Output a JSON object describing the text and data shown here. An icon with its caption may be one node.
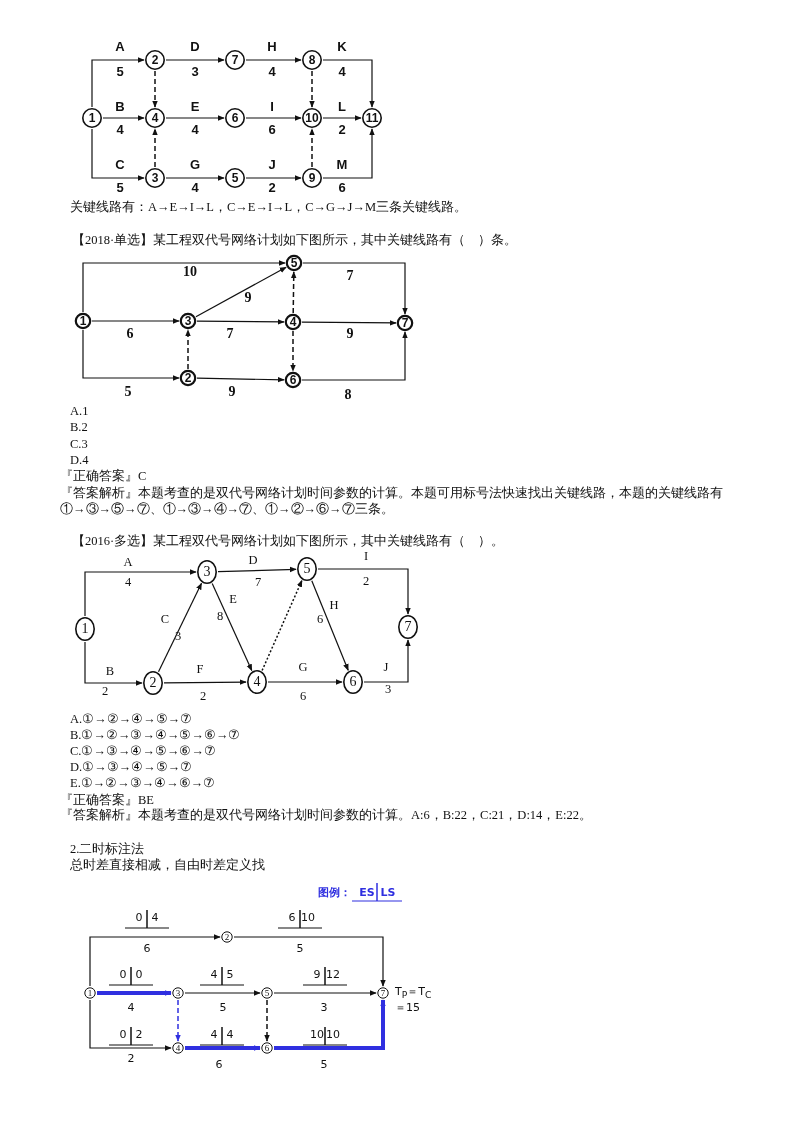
{
  "diagram": {
    "nodes": [
      {
        "text": [
          "1"
        ]
      },
      {
        "text": [
          "2"
        ]
      },
      {
        "text": [
          "3"
        ]
      },
      {
        "text": [
          "4"
        ]
      },
      {
        "text": [
          "5"
        ]
      },
      {
        "text": [
          "6"
        ]
      },
      {
        "text": [
          "7"
        ]
      },
      {
        "text": [
          "8"
        ]
      },
      {
        "text": [
          "9"
        ]
      },
      {
        "text": [
          "10"
        ]
      },
      {
        "text": [
          "11"
        ]
      },
      {
        "text": [
          "1"
        ]
      },
      {
        "text": [
          "2"
        ]
      },
      {
        "text": [
          "3"
        ]
      },
      {
        "text": [
          "4"
        ]
      },
      {
        "text": [
          "5"
        ]
      },
      {
        "text": [
          "6"
        ]
      },
      {
        "text": [
          "7"
        ]
      },
      {
        "text": [
          "1"
        ]
      },
      {
        "text": [
          "2"
        ]
      },
      {
        "text": [
          "3"
        ]
      },
      {
        "text": [
          "4"
        ]
      },
      {
        "text": [
          "5"
        ]
      },
      {
        "text": [
          "6"
        ]
      },
      {
        "text": [
          "7"
        ]
      },
      {
        "text": [
          "1"
        ]
      },
      {
        "text": [
          "2"
        ]
      },
      {
        "text": [
          "3"
        ]
      },
      {
        "text": [
          "4"
        ]
      },
      {
        "text": [
          "5"
        ]
      },
      {
        "text": [
          "6"
        ]
      },
      {
        "text": [
          "7"
        ],
        "beside": [
          "T$_{P}$＝T$_{C}$ ＝15"
        ]
      }
    ],
    "edges": [
      {
        "from": 0,
        "to": 1,
        "arrow": "to",
        "label": "A"
      },
      {
        "from": 0,
        "to": 3,
        "arrow": "to",
        "label": "B"
      },
      {
        "from": 0,
        "to": 2,
        "arrow": "to",
        "label": "C"
      },
      {
        "from": 1,
        "to": 6,
        "arrow": "to",
        "label": "D"
      },
      {
        "from": 6,
        "to": 7,
        "arrow": "to",
        "label": "H"
      },
      {
        "from": 7,
        "to": 10,
        "arrow": "to",
        "label": "K"
      },
      {
        "from": 1,
        "to": 3,
        "arrow": "to",
        "style": "dashed"
      },
      {
        "from": 2,
        "to": 3,
        "arrow": "to",
        "style": "dashed"
      },
      {
        "from": 3,
        "to": 5,
        "arrow": "to",
        "label": "E"
      },
      {
        "from": 5,
        "to": 9,
        "arrow": "to",
        "label": "I"
      },
      {
        "from": 9,
        "to": 10,
        "arrow": "to",
        "label": "L"
      },
      {
        "from": 2,
        "to": 4,
        "arrow": "to",
        "label": "G"
      },
      {
        "from": 4,
        "to": 8,
        "arrow": "to",
        "label": "J"
      },
      {
        "from": 8,
        "to": 10,
        "arrow": "to",
        "label": "M"
      },
      {
        "from": 7,
        "to": 9,
        "arrow": "to",
        "style": "dashed"
      },
      {
        "from": 8,
        "to": 9,
        "arrow": "to",
        "style": "dashed"
      },
      {
        "from": 11,
        "to": 15,
        "arrow": "to",
        "label": "10"
      },
      {
        "from": 11,
        "to": 13,
        "arrow": "to",
        "label": "6"
      },
      {
        "from": 11,
        "to": 12,
        "arrow": "to",
        "label": "5"
      },
      {
        "from": 13,
        "to": 15,
        "arrow": "to",
        "label": "9"
      },
      {
        "from": 13,
        "to": 14,
        "arrow": "to",
        "label": "7"
      },
      {
        "from": 12,
        "to": 13,
        "arrow": "to",
        "style": "dashed"
      },
      {
        "from": 12,
        "to": 16,
        "arrow": "to",
        "label": "9"
      },
      {
        "from": 14,
        "to": 15,
        "arrow": "to",
        "style": "dashed"
      },
      {
        "from": 14,
        "to": 16,
        "arrow": "to",
        "style": "dashed"
      },
      {
        "from": 15,
        "to": 17,
        "arrow": "to",
        "label": "7"
      },
      {
        "from": 14,
        "to": 17,
        "arrow": "to",
        "label": "9"
      },
      {
        "from": 16,
        "to": 17,
        "arrow": "to",
        "label": "8"
      },
      {
        "from": 18,
        "to": 20,
        "arrow": "to",
        "label": "A"
      },
      {
        "from": 18,
        "to": 19,
        "arrow": "to",
        "label": "B"
      },
      {
        "from": 19,
        "to": 20,
        "arrow": "to",
        "label": "C"
      },
      {
        "from": 19,
        "to": 21,
        "arrow": "to",
        "label": "F"
      },
      {
        "from": 20,
        "to": 21,
        "arrow": "to",
        "label": "E"
      },
      {
        "from": 20,
        "to": 22,
        "arrow": "to",
        "label": "D"
      },
      {
        "from": 21,
        "to": 22,
        "arrow": "to",
        "style": "dashed"
      },
      {
        "from": 21,
        "to": 23,
        "arrow": "to",
        "label": "G"
      },
      {
        "from": 22,
        "to": 23,
        "arrow": "to",
        "label": "H"
      },
      {
        "from": 22,
        "to": 24,
        "arrow": "to",
        "label": "I"
      },
      {
        "from": 23,
        "to": 24,
        "arrow": "to",
        "label": "J"
      },
      {
        "from": 25,
        "to": 26,
        "arrow": "to",
        "label": "6"
      },
      {
        "from": 26,
        "to": 31,
        "arrow": "to",
        "label": "5"
      },
      {
        "from": 25,
        "to": 27,
        "arrow": "to",
        "label": "4",
        "style": "thick",
        "color": "#2f2fe0"
      },
      {
        "from": 27,
        "to": 29,
        "arrow": "to",
        "label": "5"
      },
      {
        "from": 29,
        "to": 31,
        "arrow": "to",
        "label": "3"
      },
      {
        "from": 25,
        "to": 28,
        "arrow": "to",
        "label": "2"
      },
      {
        "from": 27,
        "to": 28,
        "arrow": "to",
        "style": "dashed",
        "color": "#2f2fe0"
      },
      {
        "from": 28,
        "to": 30,
        "arrow": "to",
        "label": "6",
        "style": "thick",
        "color": "#2f2fe0"
      },
      {
        "from": 29,
        "to": 30,
        "arrow": "to",
        "style": "dashed"
      },
      {
        "from": 30,
        "to": 31,
        "arrow": "to",
        "label": "5",
        "style": "thick",
        "color": "#2f2fe0"
      }
    ],
    "labels": [
      "关键线路有：A→E→I→L，C→E→I→L，C→G→J→M三条关键线路。",
      "5",
      "3",
      "4",
      "4",
      "4",
      "4",
      "6",
      "2",
      "5",
      "4",
      "2",
      "6",
      "【2018·单选】某工程双代号网络计划如下图所示，其中关键线路有（　）条。",
      "A.1",
      "B.2",
      "C.3",
      "D.4",
      "『正确答案』C",
      "『答案解析』本题考查的是双代号网络计划时间参数的计算。本题可用标号法快速找出关键线路，本题的关键线路有①→③→⑤→⑦、①→③→④→⑦、①→②→⑥→⑦三条。",
      "【2016·多选】某工程双代号网络计划如下图所示，其中关键线路有（　）。",
      "4",
      "7",
      "2",
      "8",
      "3",
      "6",
      "2",
      "2",
      "6",
      "3",
      "A.①→②→④→⑤→⑦",
      "B.①→②→③→④→⑤→⑥→⑦",
      "C.①→③→④→⑤→⑥→⑦",
      "D.①→③→④→⑤→⑦",
      "E.①→②→③→④→⑥→⑦",
      "『正确答案』BE",
      "『答案解析』本题考查的是双代号网络计划时间参数的计算。A:6，B:22，C:21，D:14，E:22。",
      "2.二时标注法",
      "总时差直接相减，自由时差定义找",
      "图例：",
      "ES",
      "LS",
      "0",
      "4",
      "6",
      "10",
      "0",
      "0",
      "4",
      "5",
      "9",
      "12",
      "0",
      "2",
      "4",
      "4",
      "10",
      "10"
    ]
  }
}
